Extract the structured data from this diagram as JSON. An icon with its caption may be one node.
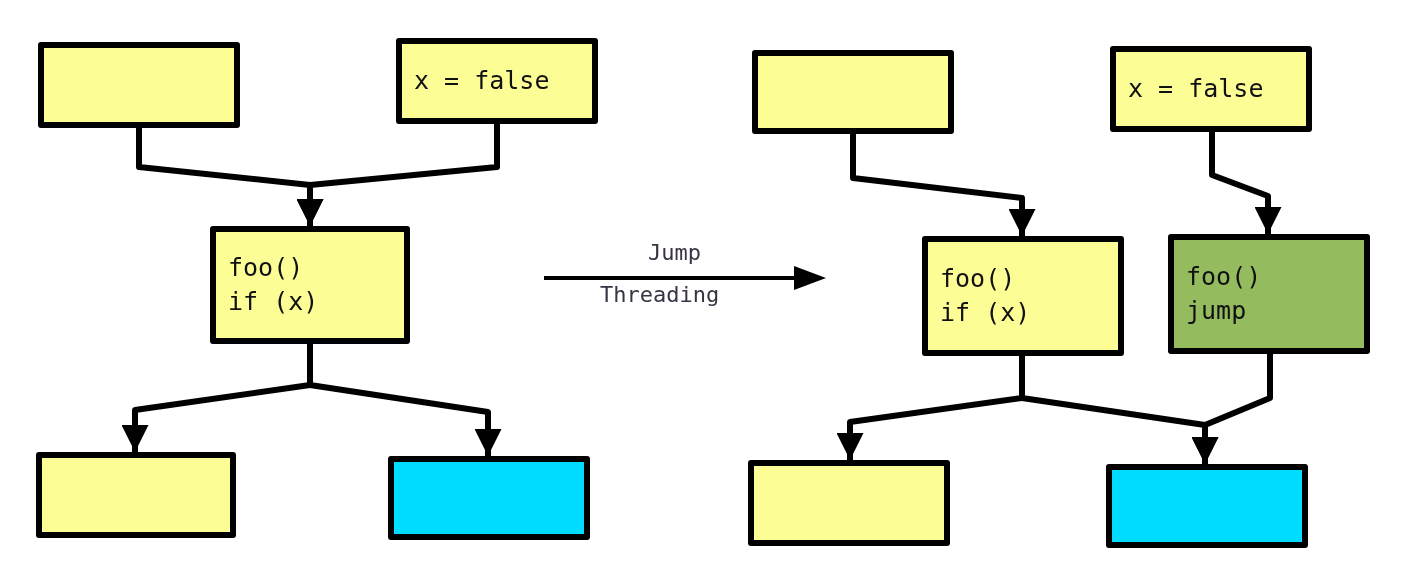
{
  "diagram": {
    "nodes": [
      {
        "text": [],
        "shape": "box"
      },
      {
        "text": [
          "x = false"
        ]
      },
      {
        "text": [
          "foo()",
          "if (x)"
        ]
      },
      {
        "text": [],
        "shape": "box"
      },
      {
        "text": [],
        "shape": "box"
      },
      {
        "text": [],
        "shape": "box"
      },
      {
        "text": [
          "x = false"
        ]
      },
      {
        "text": [
          "foo()",
          "if (x)"
        ]
      },
      {
        "text": [
          "foo()",
          "jump"
        ]
      },
      {
        "text": [],
        "shape": "box"
      },
      {
        "text": [],
        "shape": "box"
      }
    ],
    "edges": [
      {
        "from": 0,
        "to": 2,
        "arrow": "to"
      },
      {
        "from": 1,
        "to": 2,
        "arrow": "to"
      },
      {
        "from": 2,
        "to": 3,
        "arrow": "to"
      },
      {
        "from": 2,
        "to": 4,
        "arrow": "to"
      },
      {
        "from": 5,
        "to": 7,
        "arrow": "to"
      },
      {
        "from": 6,
        "to": 8,
        "arrow": "to"
      },
      {
        "from": 7,
        "to": 9,
        "arrow": "to"
      },
      {
        "from": 7,
        "to": 10,
        "arrow": "to"
      },
      {
        "from": 8,
        "to": 10,
        "arrow": "to"
      }
    ],
    "labels": [
      "Jump",
      "Threading"
    ]
  }
}
